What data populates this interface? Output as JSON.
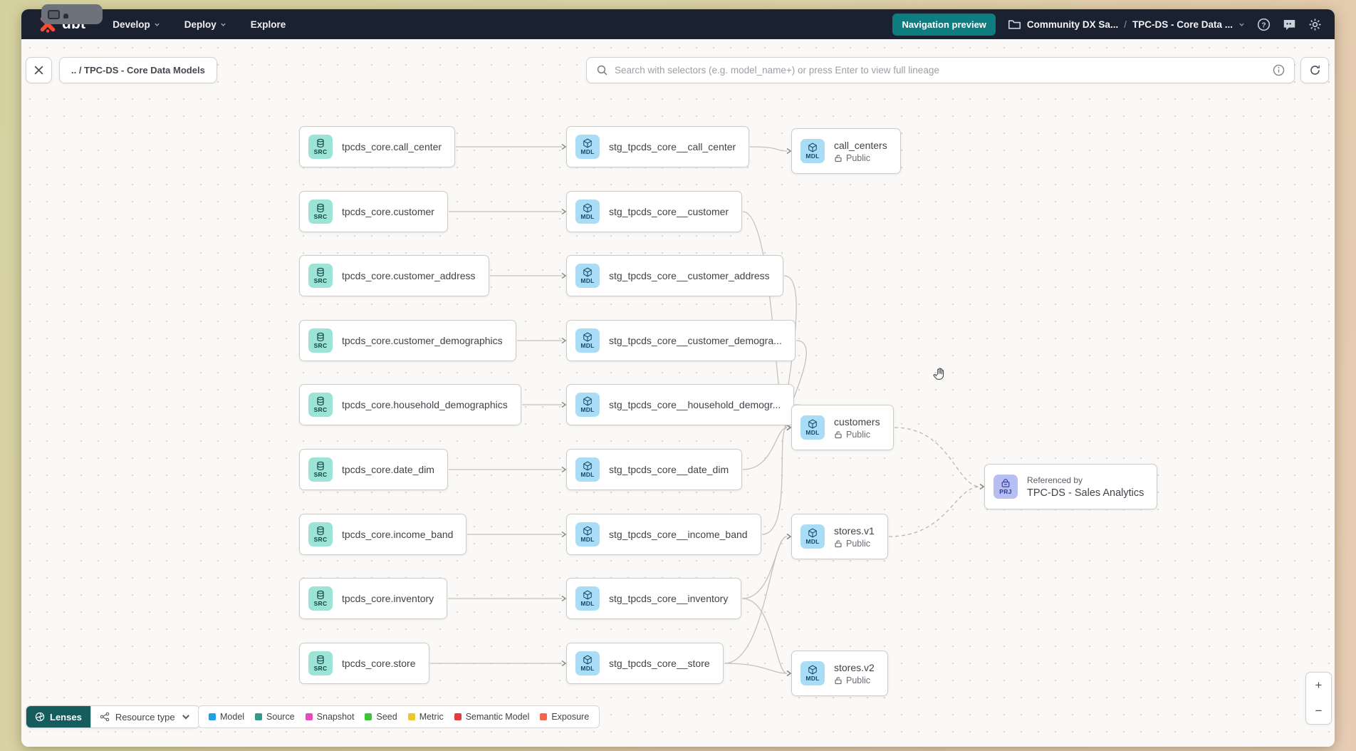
{
  "header": {
    "logo_text": "dbt",
    "nav_items": [
      {
        "label": "Develop",
        "chevron": true
      },
      {
        "label": "Deploy",
        "chevron": true
      },
      {
        "label": "Explore",
        "chevron": false
      }
    ],
    "preview_button": "Navigation preview",
    "project_label": "Community DX Sa...",
    "separator": "/",
    "page_label": "TPC-DS - Core Data ...",
    "icons": [
      "folder-icon",
      "help-icon",
      "feedback-icon",
      "settings-icon"
    ]
  },
  "toolbar": {
    "breadcrumb": ".. / TPC-DS - Core Data Models",
    "search_placeholder": "Search with selectors (e.g. model_name+) or press Enter to view full lineage",
    "icons": [
      "close-icon",
      "search-icon",
      "info-icon",
      "refresh-icon"
    ]
  },
  "graph": {
    "badges": {
      "source": "SRC",
      "model": "MDL",
      "project": "PRJ"
    },
    "rows": [
      {
        "source": "tpcds_core.call_center",
        "stage": "stg_tpcds_core__call_center"
      },
      {
        "source": "tpcds_core.customer",
        "stage": "stg_tpcds_core__customer"
      },
      {
        "source": "tpcds_core.customer_address",
        "stage": "stg_tpcds_core__customer_address"
      },
      {
        "source": "tpcds_core.customer_demographics",
        "stage": "stg_tpcds_core__customer_demogra..."
      },
      {
        "source": "tpcds_core.household_demographics",
        "stage": "stg_tpcds_core__household_demogr..."
      },
      {
        "source": "tpcds_core.date_dim",
        "stage": "stg_tpcds_core__date_dim"
      },
      {
        "source": "tpcds_core.income_band",
        "stage": "stg_tpcds_core__income_band"
      },
      {
        "source": "tpcds_core.inventory",
        "stage": "stg_tpcds_core__inventory"
      },
      {
        "source": "tpcds_core.store",
        "stage": "stg_tpcds_core__store"
      }
    ],
    "models": [
      {
        "name": "call_centers",
        "access": "Public"
      },
      {
        "name": "customers",
        "access": "Public"
      },
      {
        "name": "stores.v1",
        "access": "Public"
      },
      {
        "name": "stores.v2",
        "access": "Public"
      }
    ],
    "project_node": {
      "title": "Referenced by",
      "name": "TPC-DS - Sales Analytics"
    },
    "edges": {
      "straight": [
        [
          0,
          0
        ],
        [
          1,
          1
        ],
        [
          2,
          2
        ],
        [
          3,
          3
        ],
        [
          4,
          4
        ],
        [
          5,
          5
        ],
        [
          6,
          6
        ],
        [
          7,
          7
        ],
        [
          8,
          8
        ]
      ],
      "curved": [
        [
          "stg-0",
          "mdl-0"
        ],
        [
          "stg-1",
          "mdl-1"
        ],
        [
          "stg-2",
          "mdl-1"
        ],
        [
          "stg-3",
          "mdl-1"
        ],
        [
          "stg-4",
          "mdl-1"
        ],
        [
          "stg-5",
          "mdl-1"
        ],
        [
          "stg-6",
          "mdl-1"
        ],
        [
          "stg-7",
          "mdl-2"
        ],
        [
          "stg-7",
          "mdl-3"
        ],
        [
          "stg-8",
          "mdl-2"
        ],
        [
          "stg-8",
          "mdl-3"
        ]
      ],
      "dashed": [
        [
          "mdl-1",
          "prj"
        ],
        [
          "mdl-2",
          "prj"
        ]
      ]
    }
  },
  "legend": {
    "lenses_label": "Lenses",
    "resource_type_label": "Resource type",
    "items": [
      {
        "label": "Model",
        "color": "#1f9fe6"
      },
      {
        "label": "Source",
        "color": "#38998a"
      },
      {
        "label": "Snapshot",
        "color": "#e64cc0"
      },
      {
        "label": "Seed",
        "color": "#3dc538"
      },
      {
        "label": "Metric",
        "color": "#eec728"
      },
      {
        "label": "Semantic Model",
        "color": "#e63b3b"
      },
      {
        "label": "Exposure",
        "color": "#f4674e"
      }
    ]
  },
  "zoom": {
    "zoom_in": "+",
    "zoom_out": "−"
  }
}
